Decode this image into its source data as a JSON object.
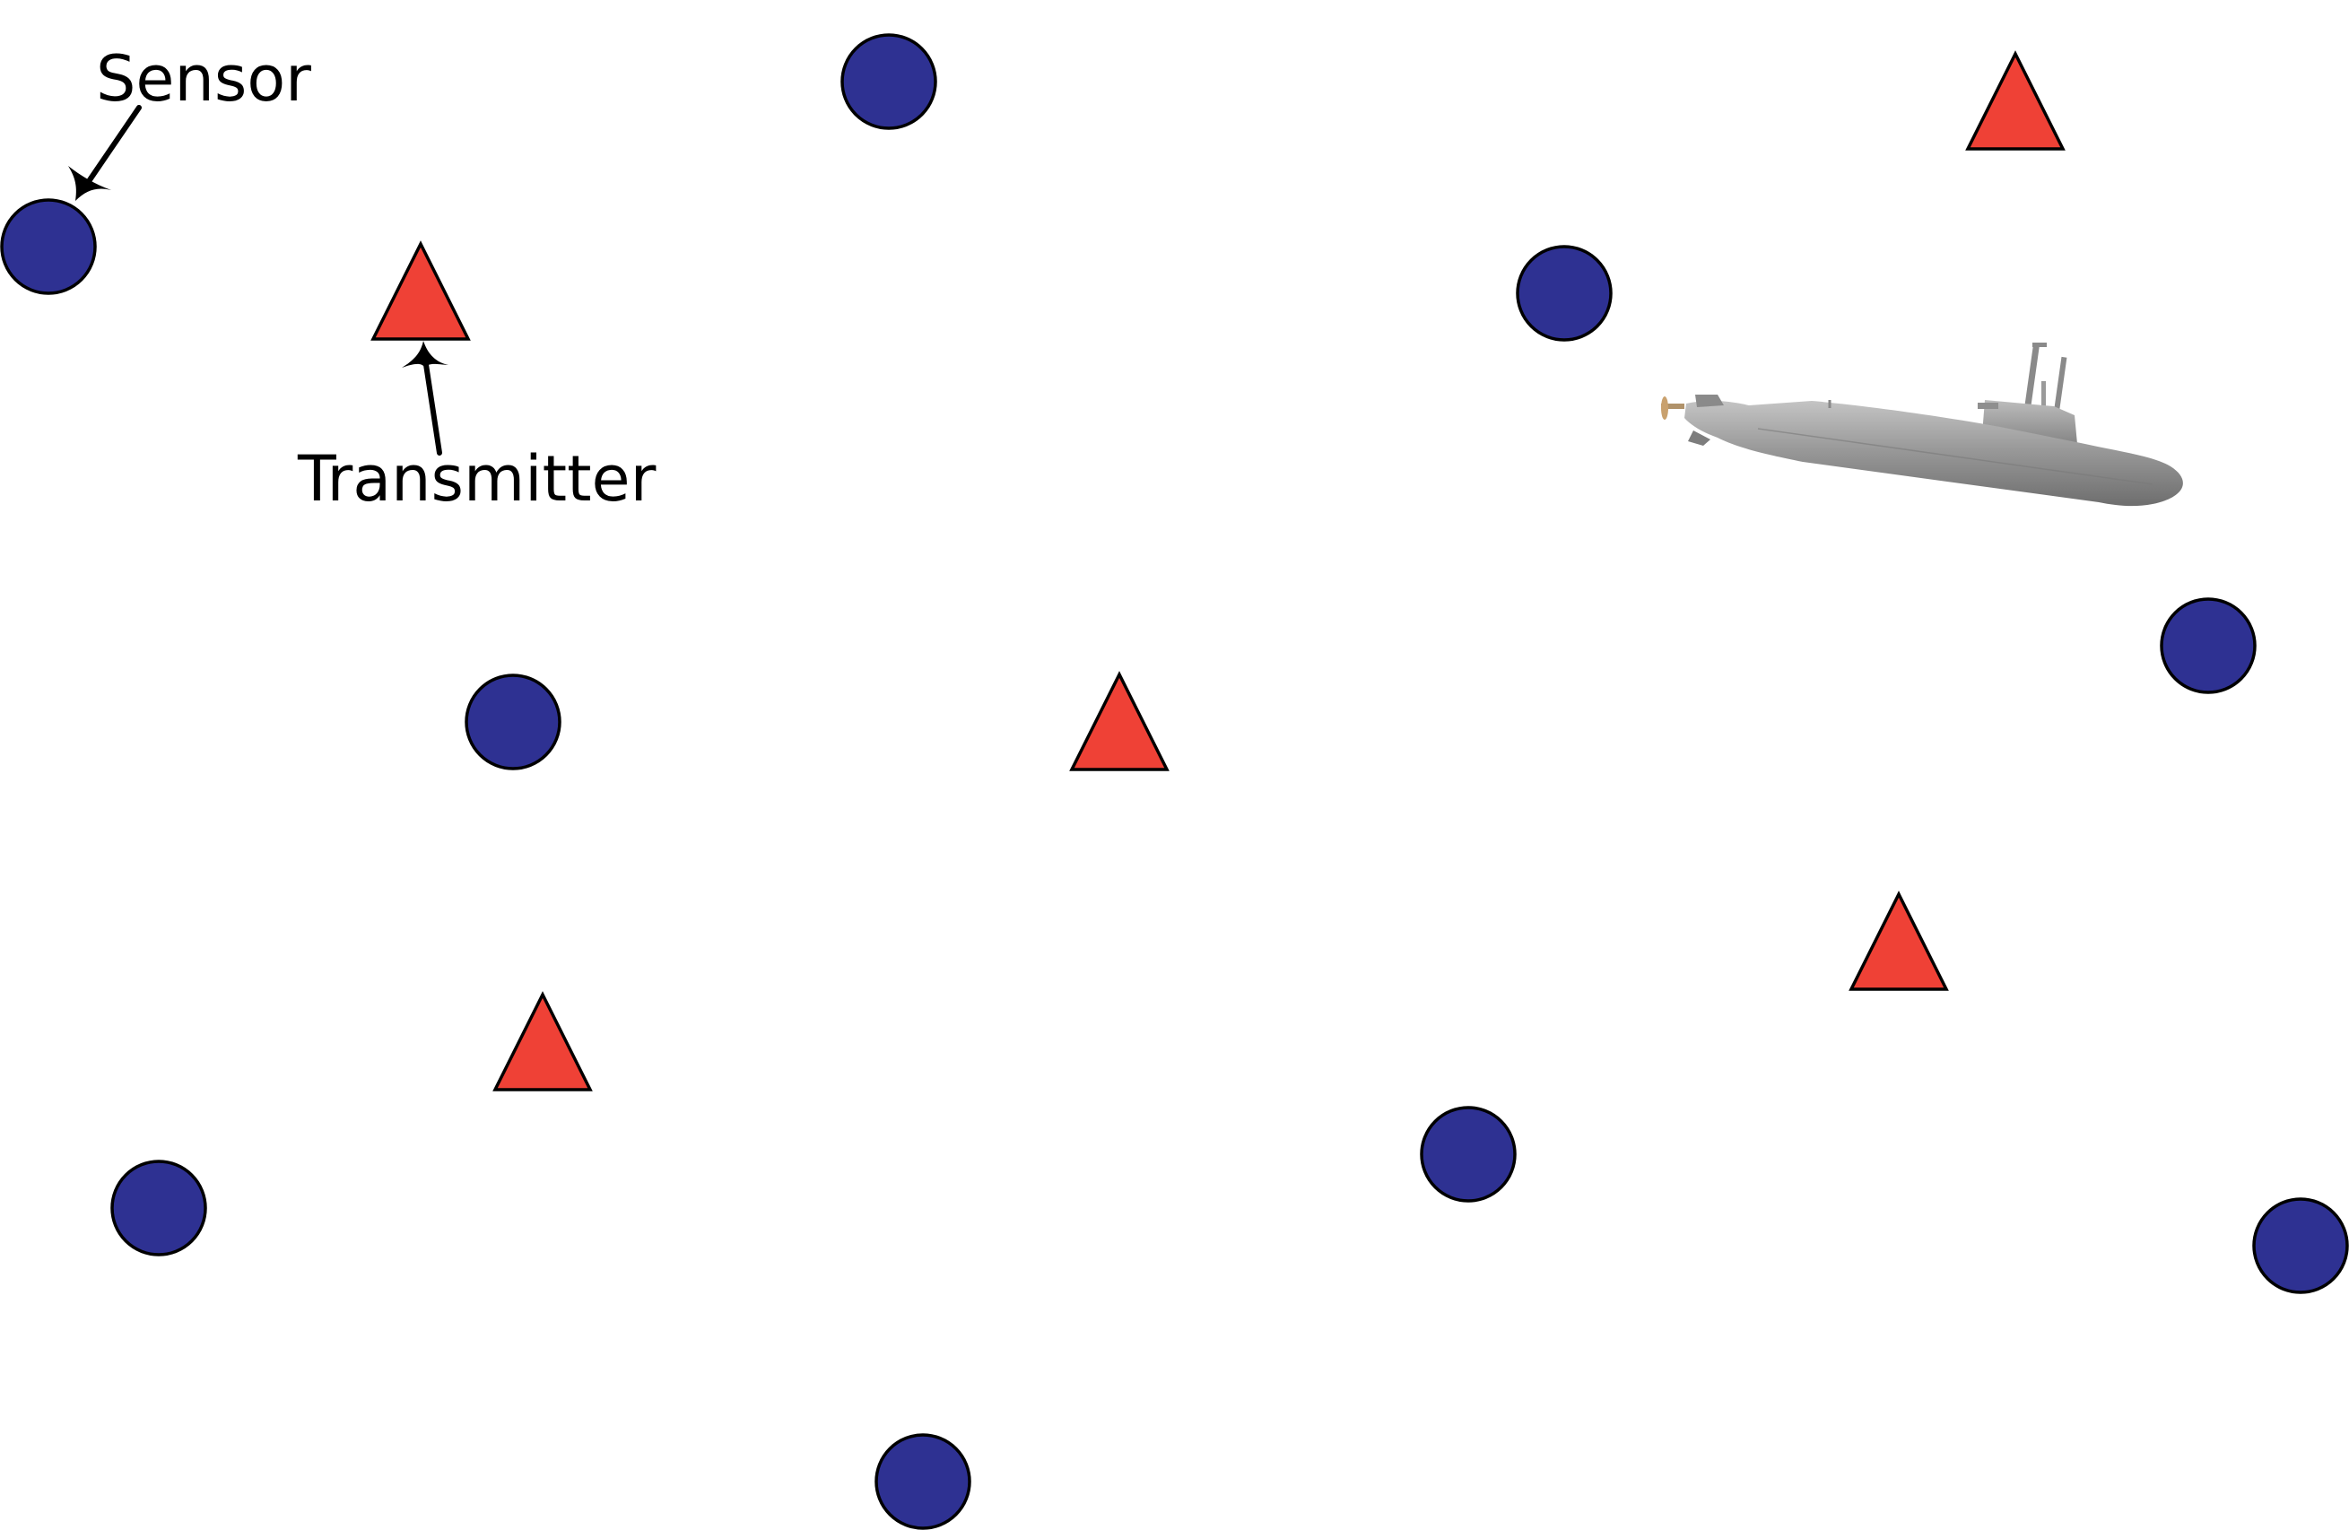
{
  "labels": {
    "sensor": "Sensor",
    "transmitter": "Transmitter"
  },
  "colors": {
    "sensor_fill": "#2e3192",
    "transmitter_fill": "#ef4136",
    "outline": "#000000",
    "submarine": "#8c8c8c",
    "background": "#ffffff"
  },
  "icons": {
    "sensor": "filled-circle",
    "transmitter": "filled-triangle",
    "target": "submarine"
  }
}
